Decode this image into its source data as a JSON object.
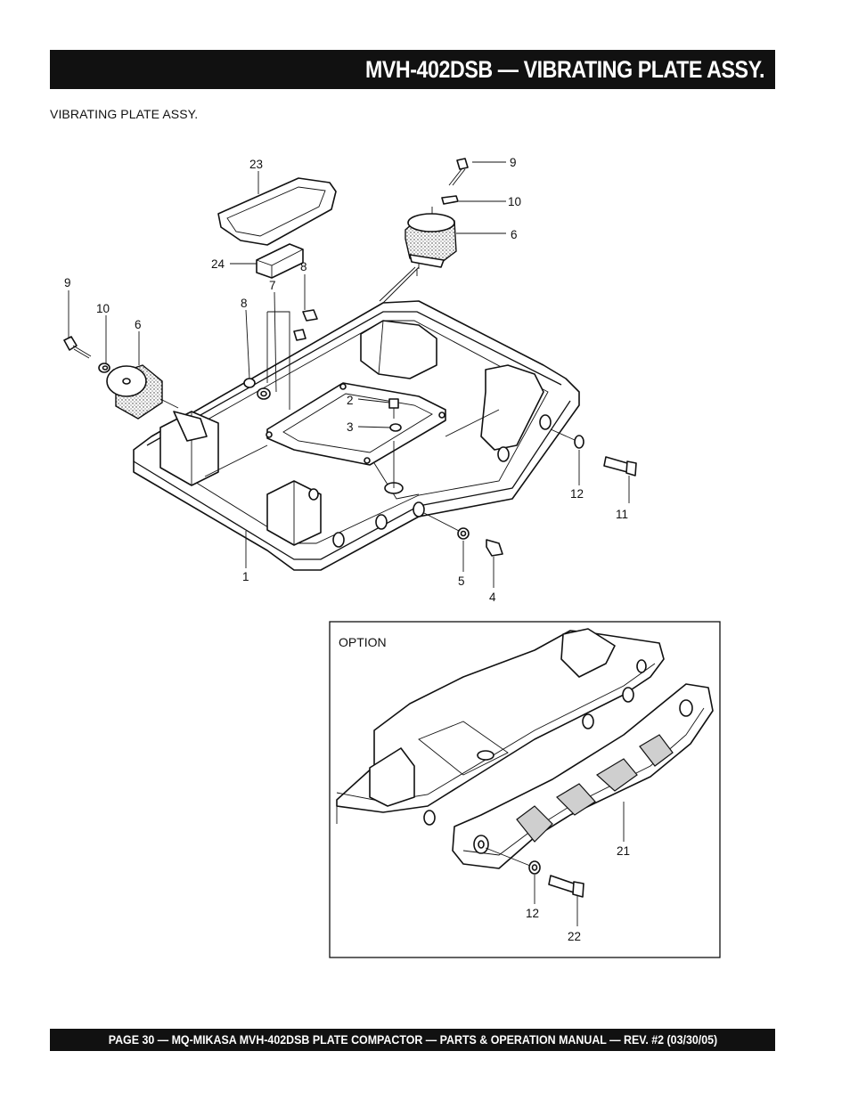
{
  "header": {
    "title": "MVH-402DSB — VIBRATING PLATE  ASSY."
  },
  "section": {
    "subtitle": "VIBRATING PLATE ASSY."
  },
  "diagram": {
    "callouts": {
      "c23": "23",
      "c24": "24",
      "c7": "7",
      "c8a": "8",
      "c8b": "8",
      "c9a": "9",
      "c10a": "10",
      "c6a": "6",
      "c9b": "9",
      "c10b": "10",
      "c6b": "6",
      "c2": "2",
      "c3": "3",
      "c1": "1",
      "c12a": "12",
      "c11": "11",
      "c5": "5",
      "c4": "4"
    },
    "option": {
      "label": "OPTION",
      "callouts": {
        "c21": "21",
        "c12": "12",
        "c22": "22"
      }
    }
  },
  "footer": {
    "text": "PAGE 30 — MQ-MIKASA MVH-402DSB PLATE COMPACTOR — PARTS & OPERATION MANUAL — REV. #2 (03/30/05)"
  }
}
